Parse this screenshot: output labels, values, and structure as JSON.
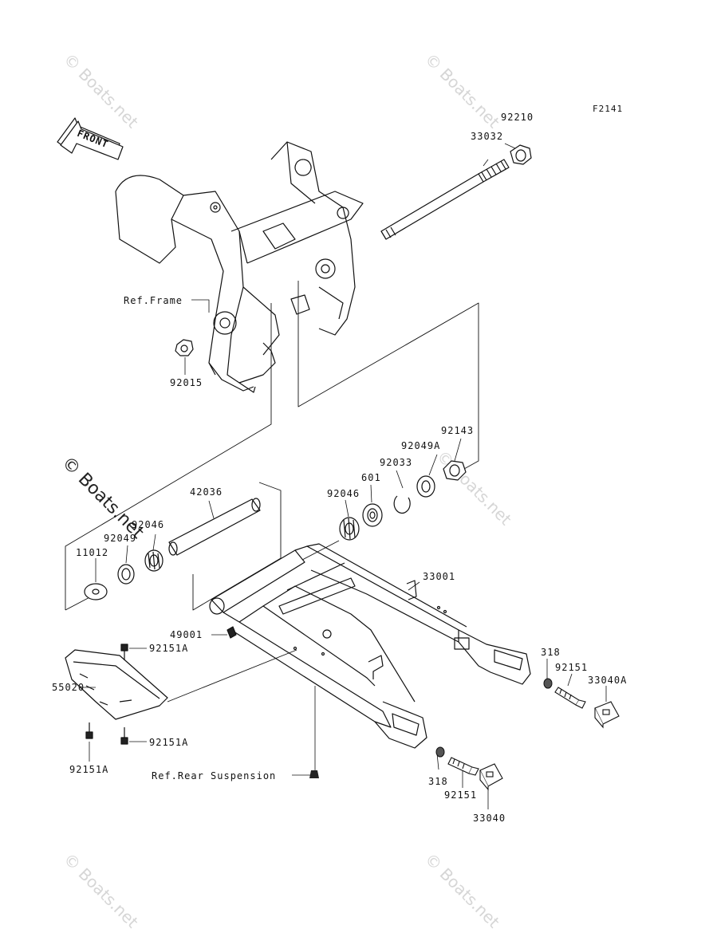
{
  "diagram": {
    "code": "F2141",
    "front_label": "FRONT",
    "labels": {
      "p92210": "92210",
      "p33032": "33032",
      "ref_frame": "Ref.Frame",
      "p92015": "92015",
      "p92143": "92143",
      "p92049A": "92049A",
      "p92033": "92033",
      "p601": "601",
      "p92046a": "92046",
      "p42036": "42036",
      "p92046b": "92046",
      "p92049": "92049",
      "p11012": "11012",
      "p33001": "33001",
      "p49001": "49001",
      "p92151A_top": "92151A",
      "p318_right": "318",
      "p92151_right": "92151",
      "p33040A": "33040A",
      "p55020": "55020",
      "p92151A_mid": "92151A",
      "p92151A_left": "92151A",
      "ref_rear": "Ref.Rear Suspension",
      "p318_bottom": "318",
      "p92151_bottom": "92151",
      "p33040": "33040"
    },
    "watermarks": [
      "© Boats.net",
      "© Boats.net",
      "© Boats.net",
      "© Boats.net",
      "© Boats.net",
      "© Boats.net"
    ]
  }
}
